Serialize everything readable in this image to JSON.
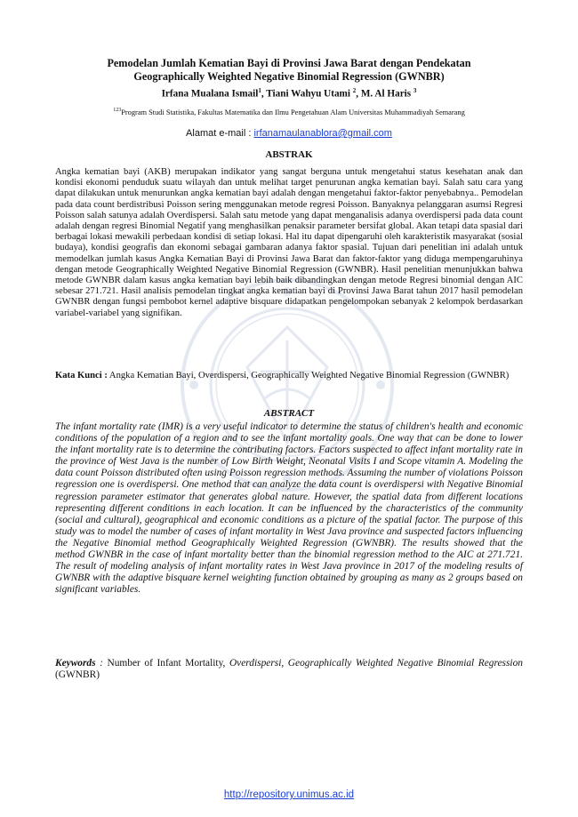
{
  "title": {
    "line1": "Pemodelan Jumlah Kematian Bayi di Provinsi Jawa Barat  dengan Pendekatan",
    "line2": "Geographically Weighted Negative Binomial Regression (GWNBR)"
  },
  "authors": {
    "a1": "Irfana Mualana Ismail",
    "a1_sup": "1",
    "sep1": ", ",
    "a2": "Tiani Wahyu Utami ",
    "a2_sup": "2",
    "sep2": ", ",
    "a3": "M. Al Haris ",
    "a3_sup": "3"
  },
  "affiliation": {
    "sup": "123",
    "text": "Program Studi Statistika, Fakultas Matematika dan Ilmu Pengetahuan Alam Universitas Muhammadiyah Semarang"
  },
  "email": {
    "label": "Alamat e-mail : ",
    "address": "irfanamaulanablora@gmail.com"
  },
  "abstrak": {
    "heading": "ABSTRAK",
    "body": "Angka kematian bayi (AKB) merupakan indikator yang sangat berguna untuk mengetahui status kesehatan anak dan kondisi ekonomi penduduk suatu wilayah dan untuk melihat target penurunan angka kematian bayi. Salah satu cara yang dapat dilakukan untuk menurunkan angka kematian bayi adalah dengan mengetahui faktor-faktor penyebabnya.. Pemodelan pada data count berdistribusi Poisson sering menggunakan metode regresi Poisson. Banyaknya pelanggaran asumsi Regresi Poisson salah satunya adalah Overdispersi. Salah satu metode yang dapat menganalisis adanya overdispersi pada data count adalah dengan regresi Binomial Negatif yang menghasilkan penaksir parameter bersifat global. Akan tetapi data spasial dari berbagai lokasi mewakili perbedaan kondisi di setiap lokasi. Hal itu dapat dipengaruhi oleh karakteristik masyarakat (sosial budaya), kondisi geografis dan ekonomi sebagai gambaran adanya faktor spasial. Tujuan dari penelitian ini adalah untuk memodelkan jumlah kasus Angka Kematian Bayi di Provinsi Jawa Barat dan faktor-faktor yang diduga mempengaruhinya dengan metode Geographically Weighted Negative Binomial Regression (GWNBR). Hasil penelitian menunjukkan bahwa metode GWNBR dalam kasus angka kematian bayi lebih baik dibandingkan dengan metode Regresi binomial dengan AIC sebesar 271.721. Hasil analisis pemodelan tingkat angka kematian bayi di Provinsi Jawa Barat tahun 2017 hasil pemodelan GWNBR dengan fungsi pembobot kernel adaptive bisquare didapatkan pengelompokan sebanyak 2 kelompok berdasarkan variabel-variabel yang signifikan."
  },
  "kata_kunci": {
    "label": "Kata Kunci :",
    "text": " Angka Kematian Bayi, Overdispersi, Geographically Weighted Negative Binomial Regression (GWNBR)"
  },
  "abstract": {
    "heading": "ABSTRACT",
    "body": "The infant mortality rate (IMR) is a very useful indicator to determine the status of children's health and economic conditions of the population of a region and to see the infant mortality goals. One way that can be done to lower the infant mortality rate is to determine the contributing factors. Factors suspected to affect infant mortality rate in the province of West Java is the number of Low Birth Weight, Neonatal Visits I and Scope vitamin A. Modeling the data count Poisson distributed often using Poisson regression methods. Assuming the number of violations Poisson regression one is overdispersi. One method that can analyze the data count is overdispersi with Negative Binomial regression parameter estimator that generates global nature. However, the spatial data from different locations representing different conditions in each location. It can be influenced by the characteristics of the community (social and cultural), geographical and economic conditions as a picture of the spatial factor. The purpose of this study was to model the number of cases of infant mortality in West Java province and suspected factors influencing the Negative Binomial method Geographically Weighted Regression (GWNBR). The results showed that the method GWNBR in the case of infant mortality better than the binomial regression method to the AIC at 271.721. The result of modeling analysis of infant mortality rates in West Java province in 2017 of the modeling results of GWNBR with the adaptive bisquare kernel weighting function obtained by grouping as many as 2 groups based on significant variables."
  },
  "keywords": {
    "label": "Keywords",
    "colon": " : ",
    "text1": "Number of Infant Mortality, ",
    "text2": "Overdispersi, Geographically Weighted Negative Binomial Regression",
    "text3": " (GWNBR)"
  },
  "footer": {
    "url": "http://repository.unimus.ac.id"
  },
  "watermark": {
    "icon": "university-seal-icon",
    "color": "#8a9bc4"
  }
}
